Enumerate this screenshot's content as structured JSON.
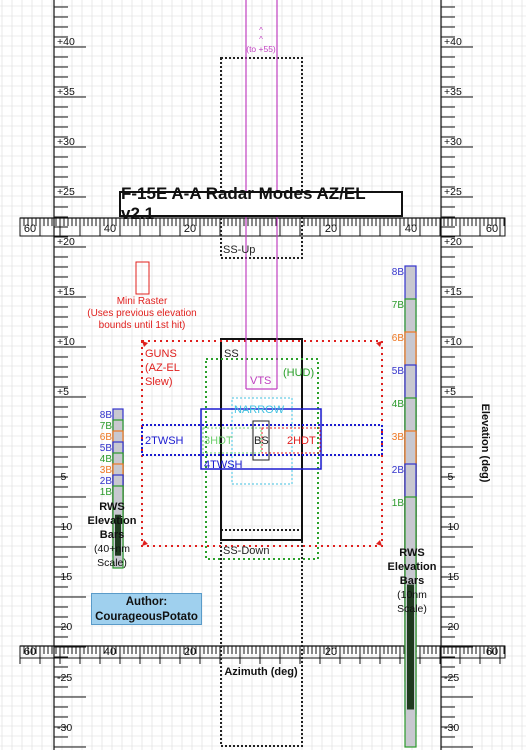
{
  "title": "F-15E A-A Radar Modes AZ/EL v2.1",
  "author": {
    "label": "Author:",
    "name": "CourageousPotato"
  },
  "axes": {
    "elevation_title": "Elevation (deg)",
    "azimuth_title": "Azimuth (deg)",
    "elevation_ticks": [
      "+40",
      "+35",
      "+30",
      "+25",
      "+20",
      "+15",
      "+10",
      "+5",
      "-5",
      "-10",
      "-15",
      "-20",
      "-25",
      "-30"
    ],
    "azimuth_ticks": [
      "60",
      "40",
      "20",
      "20",
      "40",
      "60"
    ]
  },
  "zones": {
    "ss": "SS",
    "ss_up": "SS-Up",
    "ss_down": "SS-Down",
    "vts": "VTS",
    "vts_top_1": "^",
    "vts_top_2": "^",
    "vts_top_3": "(to +55)",
    "hud": "(HUD)",
    "narrow": "NARROW",
    "twsh2": "2TWSH",
    "twsh4": "4TWSH",
    "hdt3": "3HDT",
    "hdt2": "2HDT",
    "bs": "BS"
  },
  "guns": {
    "line1": "GUNS",
    "line2": "(AZ-EL",
    "line3": "Slew)"
  },
  "mini_raster": {
    "line1": "Mini Raster",
    "line2": "(Uses previous elevation",
    "line3": "bounds until 1st hit)"
  },
  "rws_left": {
    "line1": "RWS",
    "line2": "Elevation",
    "line3": "Bars",
    "line4": "(40+nm",
    "line5": "Scale)",
    "bars": [
      "8B",
      "7B",
      "6B",
      "5B",
      "4B",
      "3B",
      "2B",
      "1B"
    ]
  },
  "rws_right": {
    "line1": "RWS",
    "line2": "Elevation",
    "line3": "Bars",
    "line4": "(10nm",
    "line5": "Scale)",
    "bars": [
      "8B",
      "7B",
      "6B",
      "5B",
      "4B",
      "3B",
      "2B",
      "1B"
    ]
  },
  "colors": {
    "guns": "#e0201e",
    "hud": "#2aa02a",
    "vts": "#c040c0",
    "narrow": "#40c0e0",
    "twsh": "#1a1ad0",
    "hdt3": "#70d070",
    "hdt2": "#e02020",
    "bar_colors": [
      "#3333cc",
      "#2a9a2a",
      "#ee7722",
      "#3333cc",
      "#2a9a2a",
      "#ee7722",
      "#3333cc",
      "#2a9a2a"
    ],
    "author_bg": "#9fd0ee"
  }
}
